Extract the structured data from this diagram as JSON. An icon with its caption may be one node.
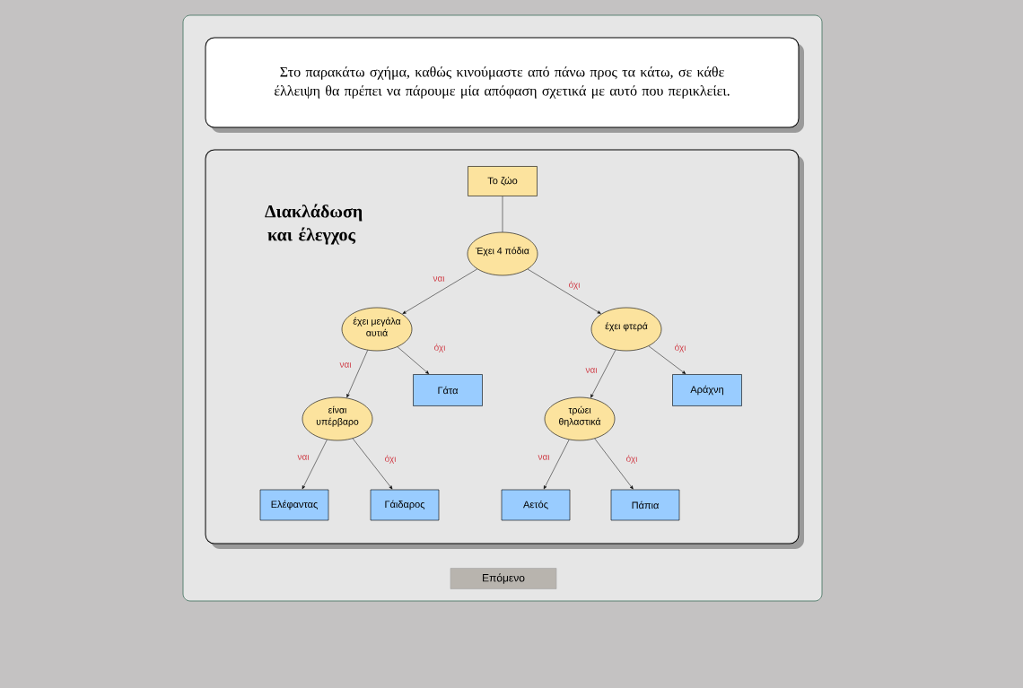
{
  "diagram": {
    "nodes": [
      {
        "text": [
          "Στο παρακάτω σχήμα, καθώς κινούμαστε από πάνω προς τα κάτω, σε κάθε έλλειψη θα πρέπει να πάρουμε μία απόφαση σχετικά με αυτό που περικλείει."
        ]
      },
      {
        "text": [
          "Διακλάδωση και έλεγχος"
        ]
      },
      {
        "text": [
          "Το ζώο"
        ],
        "in": 1
      },
      {
        "text": [
          "Έχει 4 πόδια"
        ],
        "in": 1
      },
      {
        "text": [
          "έχει μεγάλα αυτιά"
        ],
        "in": 1
      },
      {
        "text": [
          "έχει φτερά"
        ],
        "in": 1
      },
      {
        "text": [
          "Γάτα"
        ],
        "in": 1
      },
      {
        "text": [
          "Αράχνη"
        ],
        "in": 1
      },
      {
        "text": [
          "είναι υπέρβαρο"
        ],
        "in": 1
      },
      {
        "text": [
          "τρώει θηλαστικά"
        ],
        "in": 1
      },
      {
        "text": [
          "Ελέφαντας"
        ],
        "in": 1
      },
      {
        "text": [
          "Γάιδαρος"
        ],
        "in": 1
      },
      {
        "text": [
          "Αετός"
        ],
        "in": 1
      },
      {
        "text": [
          "Πάπια"
        ],
        "in": 1
      },
      {
        "text": [
          "Επόμενο"
        ]
      }
    ],
    "edges": [
      {
        "from": 2,
        "to": 3,
        "arrow": "none"
      },
      {
        "from": 3,
        "to": 4,
        "arrow": "to",
        "label": "ναι"
      },
      {
        "from": 3,
        "to": 5,
        "arrow": "to",
        "label": "όχι"
      },
      {
        "from": 4,
        "to": 8,
        "arrow": "to",
        "label": "ναι"
      },
      {
        "from": 4,
        "to": 6,
        "arrow": "to",
        "label": "όχι"
      },
      {
        "from": 5,
        "to": 9,
        "arrow": "to",
        "label": "ναι"
      },
      {
        "from": 5,
        "to": 7,
        "arrow": "to",
        "label": "όχι"
      },
      {
        "from": 8,
        "to": 10,
        "arrow": "to",
        "label": "ναι"
      },
      {
        "from": 8,
        "to": 11,
        "arrow": "to",
        "label": "όχι"
      },
      {
        "from": 9,
        "to": 12,
        "arrow": "to",
        "label": "ναι"
      },
      {
        "from": 9,
        "to": 13,
        "arrow": "to",
        "label": "όχι"
      }
    ]
  }
}
